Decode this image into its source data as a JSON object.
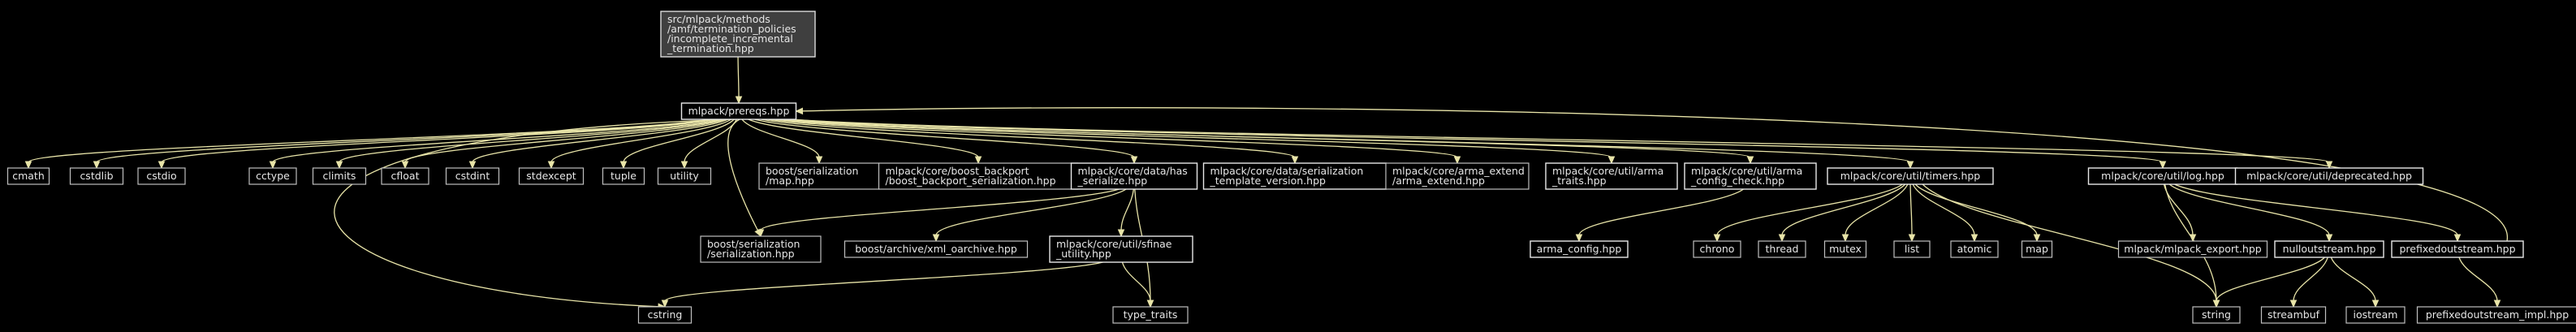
{
  "graph": {
    "title": "",
    "edge_color": "#e8e4a8",
    "background": "#000000",
    "node_fill_root": "#3f3f3f",
    "nodes": [
      {
        "id": "root",
        "lines": [
          "src/mlpack/methods",
          "/amf/termination_policies",
          "/incomplete_incremental",
          "_termination.hpp"
        ],
        "style": "root"
      },
      {
        "id": "prereqs",
        "lines": [
          "mlpack/prereqs.hpp"
        ],
        "style": "linked"
      },
      {
        "id": "cmath",
        "lines": [
          "cmath"
        ],
        "style": "plain"
      },
      {
        "id": "cstdlib",
        "lines": [
          "cstdlib"
        ],
        "style": "plain"
      },
      {
        "id": "cstdio",
        "lines": [
          "cstdio"
        ],
        "style": "plain"
      },
      {
        "id": "cctype",
        "lines": [
          "cctype"
        ],
        "style": "plain"
      },
      {
        "id": "climits",
        "lines": [
          "climits"
        ],
        "style": "plain"
      },
      {
        "id": "cfloat",
        "lines": [
          "cfloat"
        ],
        "style": "plain"
      },
      {
        "id": "cstdint",
        "lines": [
          "cstdint"
        ],
        "style": "plain"
      },
      {
        "id": "stdexcept",
        "lines": [
          "stdexcept"
        ],
        "style": "plain"
      },
      {
        "id": "tuple",
        "lines": [
          "tuple"
        ],
        "style": "plain"
      },
      {
        "id": "utility",
        "lines": [
          "utility"
        ],
        "style": "plain"
      },
      {
        "id": "boost_map",
        "lines": [
          "boost/serialization",
          "/map.hpp"
        ],
        "style": "plain"
      },
      {
        "id": "boost_backport",
        "lines": [
          "mlpack/core/boost_backport",
          "/boost_backport_serialization.hpp"
        ],
        "style": "plain"
      },
      {
        "id": "has_serialize",
        "lines": [
          "mlpack/core/data/has",
          "_serialize.hpp"
        ],
        "style": "linked"
      },
      {
        "id": "template_version",
        "lines": [
          "mlpack/core/data/serialization",
          "_template_version.hpp"
        ],
        "style": "linked"
      },
      {
        "id": "arma_extend",
        "lines": [
          "mlpack/core/arma_extend",
          "/arma_extend.hpp"
        ],
        "style": "plain"
      },
      {
        "id": "arma_traits",
        "lines": [
          "mlpack/core/util/arma",
          "_traits.hpp"
        ],
        "style": "linked"
      },
      {
        "id": "arma_config_check",
        "lines": [
          "mlpack/core/util/arma",
          "_config_check.hpp"
        ],
        "style": "linked"
      },
      {
        "id": "timers",
        "lines": [
          "mlpack/core/util/timers.hpp"
        ],
        "style": "linked"
      },
      {
        "id": "log",
        "lines": [
          "mlpack/core/util/log.hpp"
        ],
        "style": "linked"
      },
      {
        "id": "deprecated",
        "lines": [
          "mlpack/core/util/deprecated.hpp"
        ],
        "style": "linked"
      },
      {
        "id": "boost_serialization",
        "lines": [
          "boost/serialization",
          "/serialization.hpp"
        ],
        "style": "plain"
      },
      {
        "id": "xml_oarchive",
        "lines": [
          "boost/archive/xml_oarchive.hpp"
        ],
        "style": "plain"
      },
      {
        "id": "sfinae",
        "lines": [
          "mlpack/core/util/sfinae",
          "_utility.hpp"
        ],
        "style": "linked"
      },
      {
        "id": "arma_config",
        "lines": [
          "arma_config.hpp"
        ],
        "style": "linked"
      },
      {
        "id": "chrono",
        "lines": [
          "chrono"
        ],
        "style": "plain"
      },
      {
        "id": "thread",
        "lines": [
          "thread"
        ],
        "style": "plain"
      },
      {
        "id": "mutex",
        "lines": [
          "mutex"
        ],
        "style": "plain"
      },
      {
        "id": "list",
        "lines": [
          "list"
        ],
        "style": "plain"
      },
      {
        "id": "atomic",
        "lines": [
          "atomic"
        ],
        "style": "plain"
      },
      {
        "id": "map",
        "lines": [
          "map"
        ],
        "style": "plain"
      },
      {
        "id": "mlpack_export",
        "lines": [
          "mlpack/mlpack_export.hpp"
        ],
        "style": "plain"
      },
      {
        "id": "nulloutstream",
        "lines": [
          "nulloutstream.hpp"
        ],
        "style": "linked"
      },
      {
        "id": "prefixedoutstream",
        "lines": [
          "prefixedoutstream.hpp"
        ],
        "style": "linked"
      },
      {
        "id": "cstring",
        "lines": [
          "cstring"
        ],
        "style": "plain"
      },
      {
        "id": "type_traits",
        "lines": [
          "type_traits"
        ],
        "style": "plain"
      },
      {
        "id": "string",
        "lines": [
          "string"
        ],
        "style": "plain"
      },
      {
        "id": "streambuf",
        "lines": [
          "streambuf"
        ],
        "style": "plain"
      },
      {
        "id": "iostream",
        "lines": [
          "iostream"
        ],
        "style": "plain"
      },
      {
        "id": "prefixedoutstream_impl",
        "lines": [
          "prefixedoutstream_impl.hpp"
        ],
        "style": "plain"
      }
    ],
    "edges": [
      [
        "root",
        "prereqs"
      ],
      [
        "prereqs",
        "cmath"
      ],
      [
        "prereqs",
        "cstdlib"
      ],
      [
        "prereqs",
        "cstdio"
      ],
      [
        "prereqs",
        "cctype"
      ],
      [
        "prereqs",
        "climits"
      ],
      [
        "prereqs",
        "cfloat"
      ],
      [
        "prereqs",
        "cstdint"
      ],
      [
        "prereqs",
        "stdexcept"
      ],
      [
        "prereqs",
        "tuple"
      ],
      [
        "prereqs",
        "utility"
      ],
      [
        "prereqs",
        "boost_map"
      ],
      [
        "prereqs",
        "boost_backport"
      ],
      [
        "prereqs",
        "has_serialize"
      ],
      [
        "prereqs",
        "template_version"
      ],
      [
        "prereqs",
        "arma_extend"
      ],
      [
        "prereqs",
        "arma_traits"
      ],
      [
        "prereqs",
        "arma_config_check"
      ],
      [
        "prereqs",
        "timers"
      ],
      [
        "prereqs",
        "log"
      ],
      [
        "prereqs",
        "deprecated"
      ],
      [
        "prereqs",
        "boost_serialization"
      ],
      [
        "prereqs",
        "cstring"
      ],
      [
        "has_serialize",
        "boost_serialization"
      ],
      [
        "has_serialize",
        "xml_oarchive"
      ],
      [
        "has_serialize",
        "sfinae"
      ],
      [
        "has_serialize",
        "type_traits"
      ],
      [
        "sfinae",
        "type_traits"
      ],
      [
        "sfinae",
        "cstring"
      ],
      [
        "arma_config_check",
        "arma_config"
      ],
      [
        "timers",
        "chrono"
      ],
      [
        "timers",
        "thread"
      ],
      [
        "timers",
        "mutex"
      ],
      [
        "timers",
        "list"
      ],
      [
        "timers",
        "atomic"
      ],
      [
        "timers",
        "map"
      ],
      [
        "timers",
        "string"
      ],
      [
        "log",
        "mlpack_export"
      ],
      [
        "log",
        "nulloutstream"
      ],
      [
        "log",
        "prefixedoutstream"
      ],
      [
        "log",
        "string"
      ],
      [
        "nulloutstream",
        "string"
      ],
      [
        "nulloutstream",
        "streambuf"
      ],
      [
        "nulloutstream",
        "iostream"
      ],
      [
        "prefixedoutstream",
        "prefixedoutstream_impl"
      ],
      [
        "prefixedoutstream",
        "prereqs"
      ]
    ]
  }
}
